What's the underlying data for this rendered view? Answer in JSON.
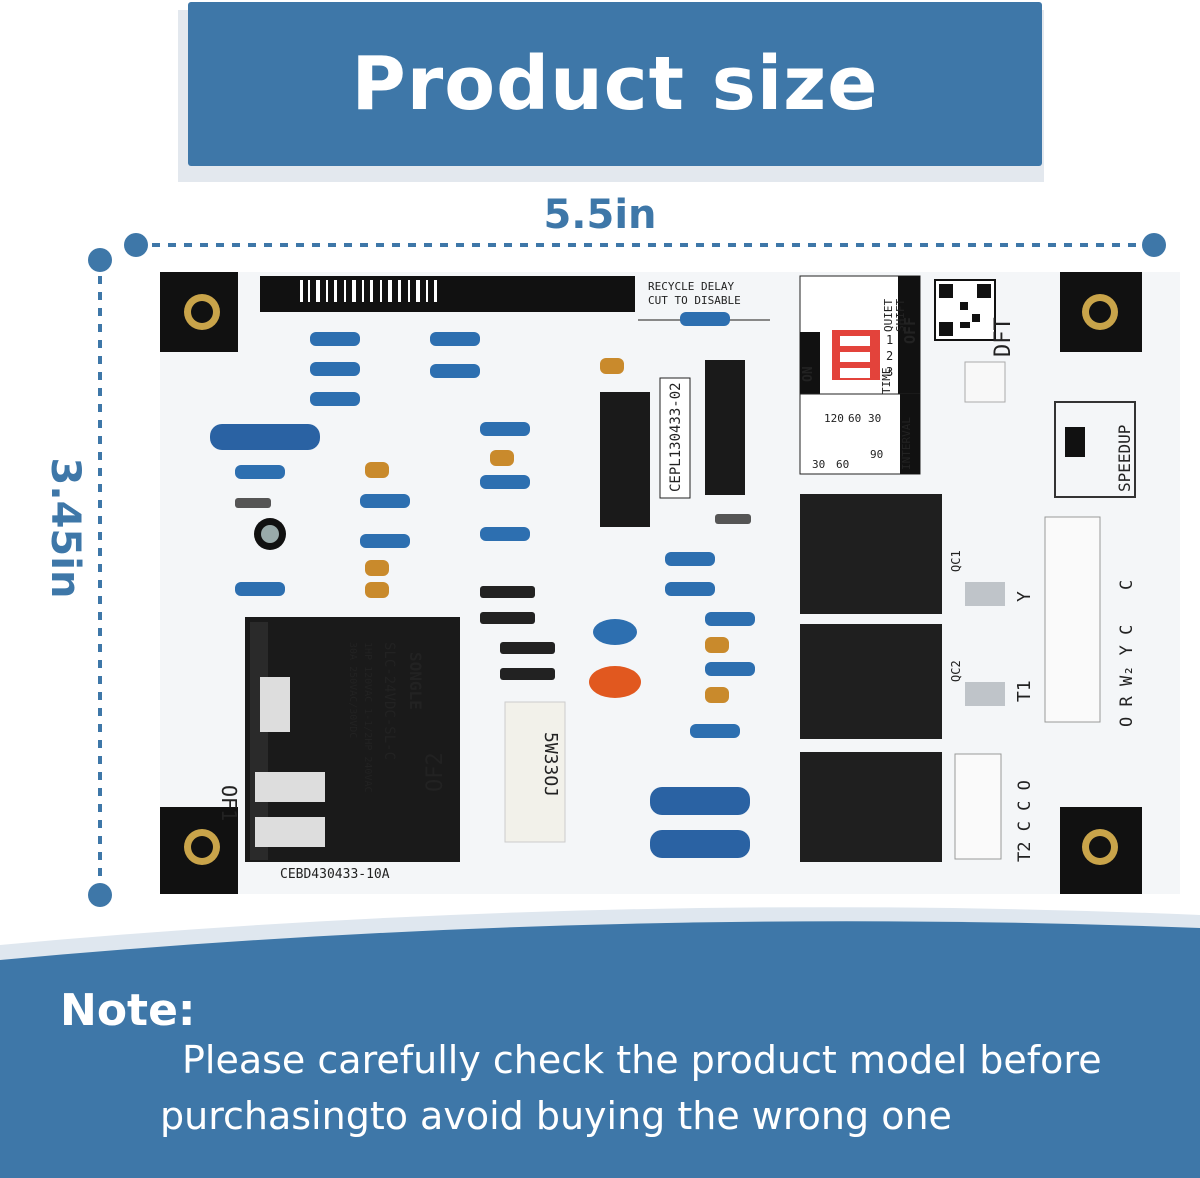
{
  "title": "Product size",
  "dimensions": {
    "width": "5.5in",
    "height": "3.45in"
  },
  "board": {
    "model_main": "CEBD430433-10A",
    "ic_label": "CEPL130433-02",
    "resistor_label": "5W33OJ",
    "relay_brand": "SONGLE",
    "relay_model": "SLC-24VDC-SL-C",
    "relay_spec_1": "1HP 120VAC 1-1/2HP 240VAC",
    "relay_spec_2": "30A 250VAC/30VDC",
    "header_text_1": "CUT TO DISABLE",
    "header_text_2": "RECYCLE DELAY",
    "dip_labels": {
      "quiet": "QUIET",
      "shift": "SHIFT",
      "off": "OFF",
      "on": "ON",
      "time": "TIME",
      "interval": "INTERVAL"
    },
    "dip_numbers": [
      "1",
      "2",
      "3"
    ],
    "interval_values": [
      "120",
      "60",
      "30",
      "90",
      "60",
      "30"
    ],
    "connector_labels": {
      "dft": "DFT",
      "speedup": "SPEEDUP",
      "of1": "OF1",
      "of2": "OF2",
      "qc1": "QC1",
      "qc2": "QC2",
      "y": "Y",
      "t1": "T1",
      "c": "C",
      "bottom_terminals": "O R W₂ Y C",
      "right_terminals": "T2 C C O"
    }
  },
  "note": {
    "heading": "Note:",
    "line1": "Please carefully check the product model before",
    "line2": "purchasingto avoid buying the wrong one"
  },
  "colors": {
    "accent_blue": "#3e77a8",
    "board_white": "#f4f6f8",
    "relay_black": "#1a1a1a"
  }
}
